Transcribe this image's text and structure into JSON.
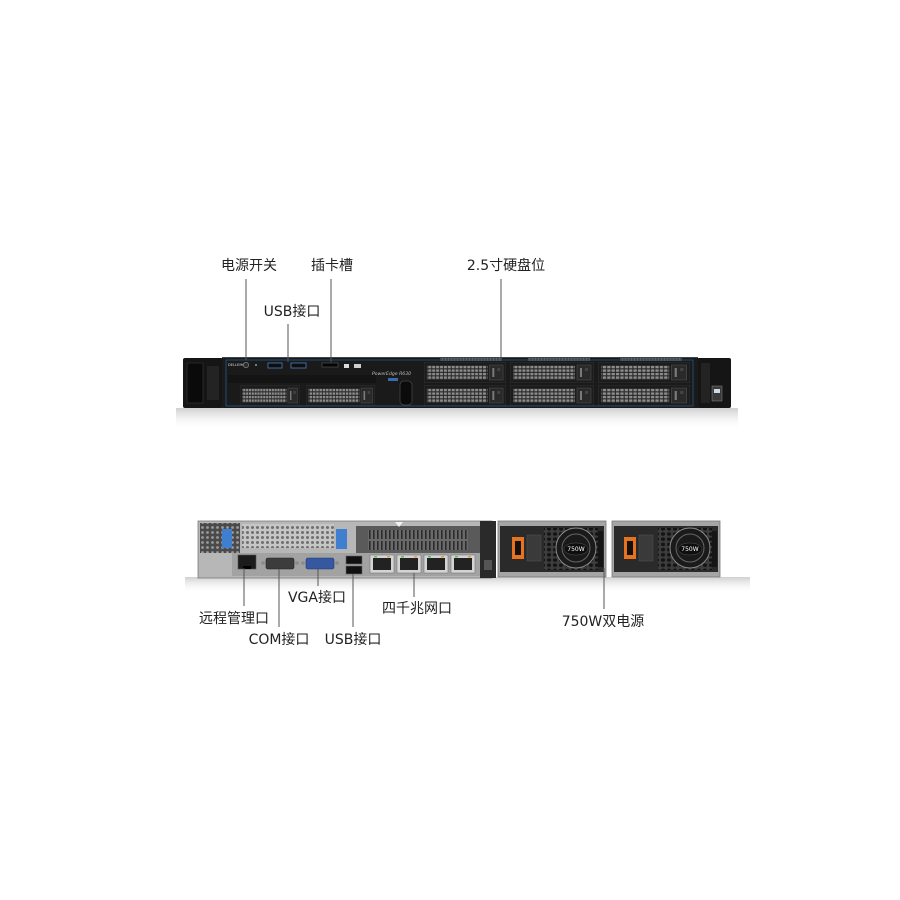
{
  "front": {
    "callouts": {
      "power_switch": "电源开关",
      "card_slot": "插卡槽",
      "drive_bays": "2.5寸硬盘位",
      "usb": "USB接口"
    }
  },
  "rear": {
    "callouts": {
      "remote_management": "远程管理口",
      "vga": "VGA接口",
      "quad_gigabit_nic": "四千兆网口",
      "com": "COM接口",
      "usb": "USB接口",
      "dual_psu": "750W双电源"
    }
  },
  "markings": {
    "logo": "DELLEMC",
    "model": "PowerEdge R630",
    "psu_rating": "750W"
  },
  "colors": {
    "label_text": "#222222",
    "leader_line": "#555555",
    "chassis_front": "#1a1a1a",
    "accent_blue": "#3f7fd0",
    "vga_blue": "#3558a0",
    "psu_orange": "#e8731e"
  }
}
